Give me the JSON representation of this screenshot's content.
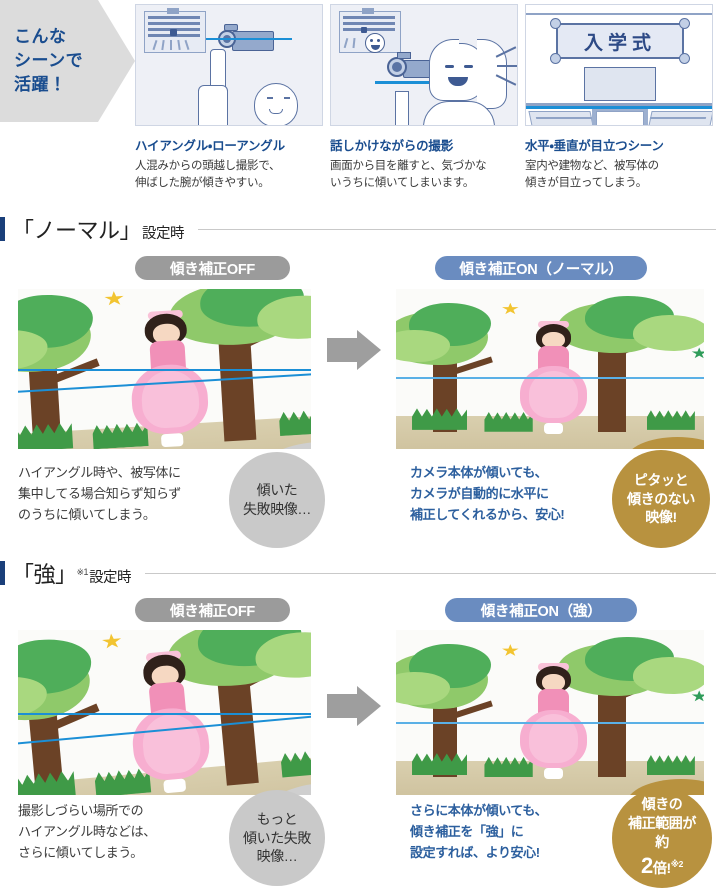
{
  "scene_tag": {
    "text": "こんな\nシーンで\n活躍！",
    "color": "#1a4d8f",
    "bg": "#dcdcdc"
  },
  "scenes": [
    {
      "icon": "high-low-angle-illustration",
      "title": "ハイアングル・ローアングル",
      "desc": "人混みからの頭越し撮影で、\n伸ばした腕が傾きやすい。"
    },
    {
      "icon": "talking-while-shooting-illustration",
      "title": "話しかけながらの撮影",
      "desc": "画面から目を離すと、気づかな\nいうちに傾いてしまいます。"
    },
    {
      "icon": "horizontal-vertical-scene-illustration",
      "title": "水平・垂直が目立つシーン",
      "desc": "室内や建物など、被写体の\n傾きが目立ってしまう。"
    }
  ],
  "thumb3_sign_text": "入学式",
  "sections": [
    {
      "heading_quoted": "「ノーマル」",
      "heading_rest": "設定時",
      "heading_sup": "",
      "badge_off": "傾き補正OFF",
      "badge_on": "傾き補正ON（ノーマル）",
      "left_caption": "ハイアングル時や、被写体に\n集中してる場合知らず知らず\nのうちに傾いてしまう。",
      "left_bubble": "傾いた\n失敗映像…",
      "right_caption": "カメラ本体が傾いても、\nカメラが自動的に水平に\n補正してくれるから、安心!",
      "right_bubble": "ピタッと\n傾きのない\n映像!",
      "right_bubble_big": "",
      "right_bubble_sup": ""
    },
    {
      "heading_quoted": "「強」",
      "heading_rest": "設定時",
      "heading_sup": "※1",
      "badge_off": "傾き補正OFF",
      "badge_on": "傾き補正ON（強）",
      "left_caption": "撮影しづらい場所での\nハイアングル時などは、\nさらに傾いてしまう。",
      "left_bubble": "もっと\n傾いた失敗\n映像…",
      "right_caption": "さらに本体が傾いても、\n傾き補正を「強」に\n設定すれば、より安心!",
      "right_bubble_pre": "傾きの\n補正範囲が\n約",
      "right_bubble_big": "2",
      "right_bubble_post": "倍!",
      "right_bubble_sup": "※2"
    }
  ],
  "arrow": {
    "name": "right-arrow",
    "color": "#9e9e9e"
  },
  "colors": {
    "heading_bar": "#1a3f7a",
    "badge_off": "#9b9b9b",
    "badge_on": "#6a8cc0",
    "bubble_gray": "#c9c9c9",
    "bubble_gold": "#b8923f",
    "accent_blue": "#2c5f9e",
    "tilt_line": "#1b8fd6"
  },
  "photos": [
    {
      "name": "normal-off-photo",
      "tilt_deg": -3.4,
      "lines": 2
    },
    {
      "name": "normal-on-photo",
      "tilt_deg": 0,
      "lines": 1
    },
    {
      "name": "strong-off-photo",
      "tilt_deg": -5.2,
      "lines": 2
    },
    {
      "name": "strong-on-photo",
      "tilt_deg": 0,
      "lines": 1
    }
  ]
}
